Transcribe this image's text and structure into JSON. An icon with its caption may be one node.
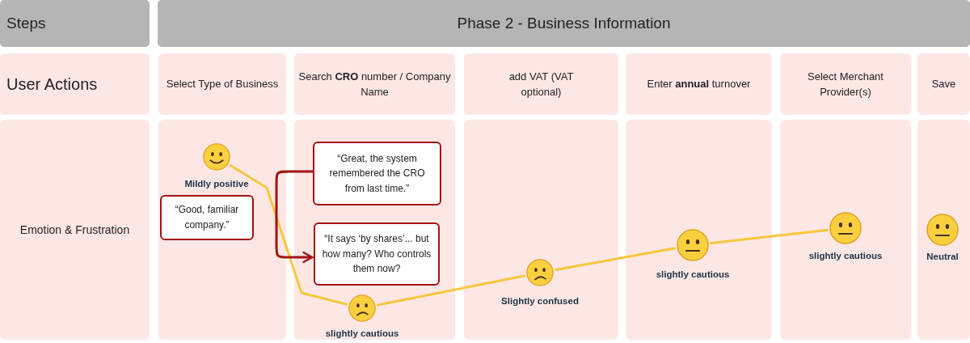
{
  "diagram": {
    "nodes": [
      {
        "text": [
          "Steps"
        ]
      },
      {
        "text": [
          "Phase 2 - Business Information"
        ]
      },
      {
        "text": [
          "User Actions"
        ]
      },
      {
        "text": [
          "Select Type of Business"
        ]
      },
      {
        "text": [
          "Search **CRO** number  /  Company Name"
        ]
      },
      {
        "text": [
          "add VAT (VAT optional)"
        ]
      },
      {
        "text": [
          "Enter **annual** turnover"
        ]
      },
      {
        "text": [
          "Select Merchant Provider(s)"
        ]
      },
      {
        "text": [
          "Save"
        ]
      },
      {
        "text": [
          "Emotion & Frustration"
        ]
      },
      {
        "text": [],
        "shape": "box"
      },
      {
        "text": [
          "Mildly positive"
        ],
        "in": 10
      },
      {
        "text": [
          "“Good, familiar company.”"
        ],
        "in": 10
      },
      {
        "text": [],
        "shape": "box"
      },
      {
        "text": [
          "“Great, the system remembered the CRO from last time.”"
        ],
        "in": 13
      },
      {
        "text": [
          "“It says ‘by shares’... but how many? Who controls them now?"
        ],
        "in": 13
      },
      {
        "text": [
          "slightly cautious"
        ],
        "in": 13
      },
      {
        "text": [],
        "shape": "box"
      },
      {
        "text": [
          "Slightly confused"
        ],
        "in": 17
      },
      {
        "text": [],
        "shape": "box"
      },
      {
        "text": [
          "slightly cautious"
        ],
        "in": 19
      },
      {
        "text": [],
        "shape": "box"
      },
      {
        "text": [
          "slightly cautious"
        ],
        "in": 21
      },
      {
        "text": [],
        "shape": "box"
      },
      {
        "text": [
          "Neutral"
        ],
        "in": 23
      }
    ],
    "edges": [
      {
        "from": 11,
        "to": 16,
        "arrow": "none"
      },
      {
        "from": 16,
        "to": 18,
        "arrow": "none"
      },
      {
        "from": 18,
        "to": 20,
        "arrow": "none"
      },
      {
        "from": 20,
        "to": 22,
        "arrow": "none"
      },
      {
        "from": 14,
        "to": 15,
        "arrow": "to",
        "color": "#a31212"
      }
    ]
  }
}
